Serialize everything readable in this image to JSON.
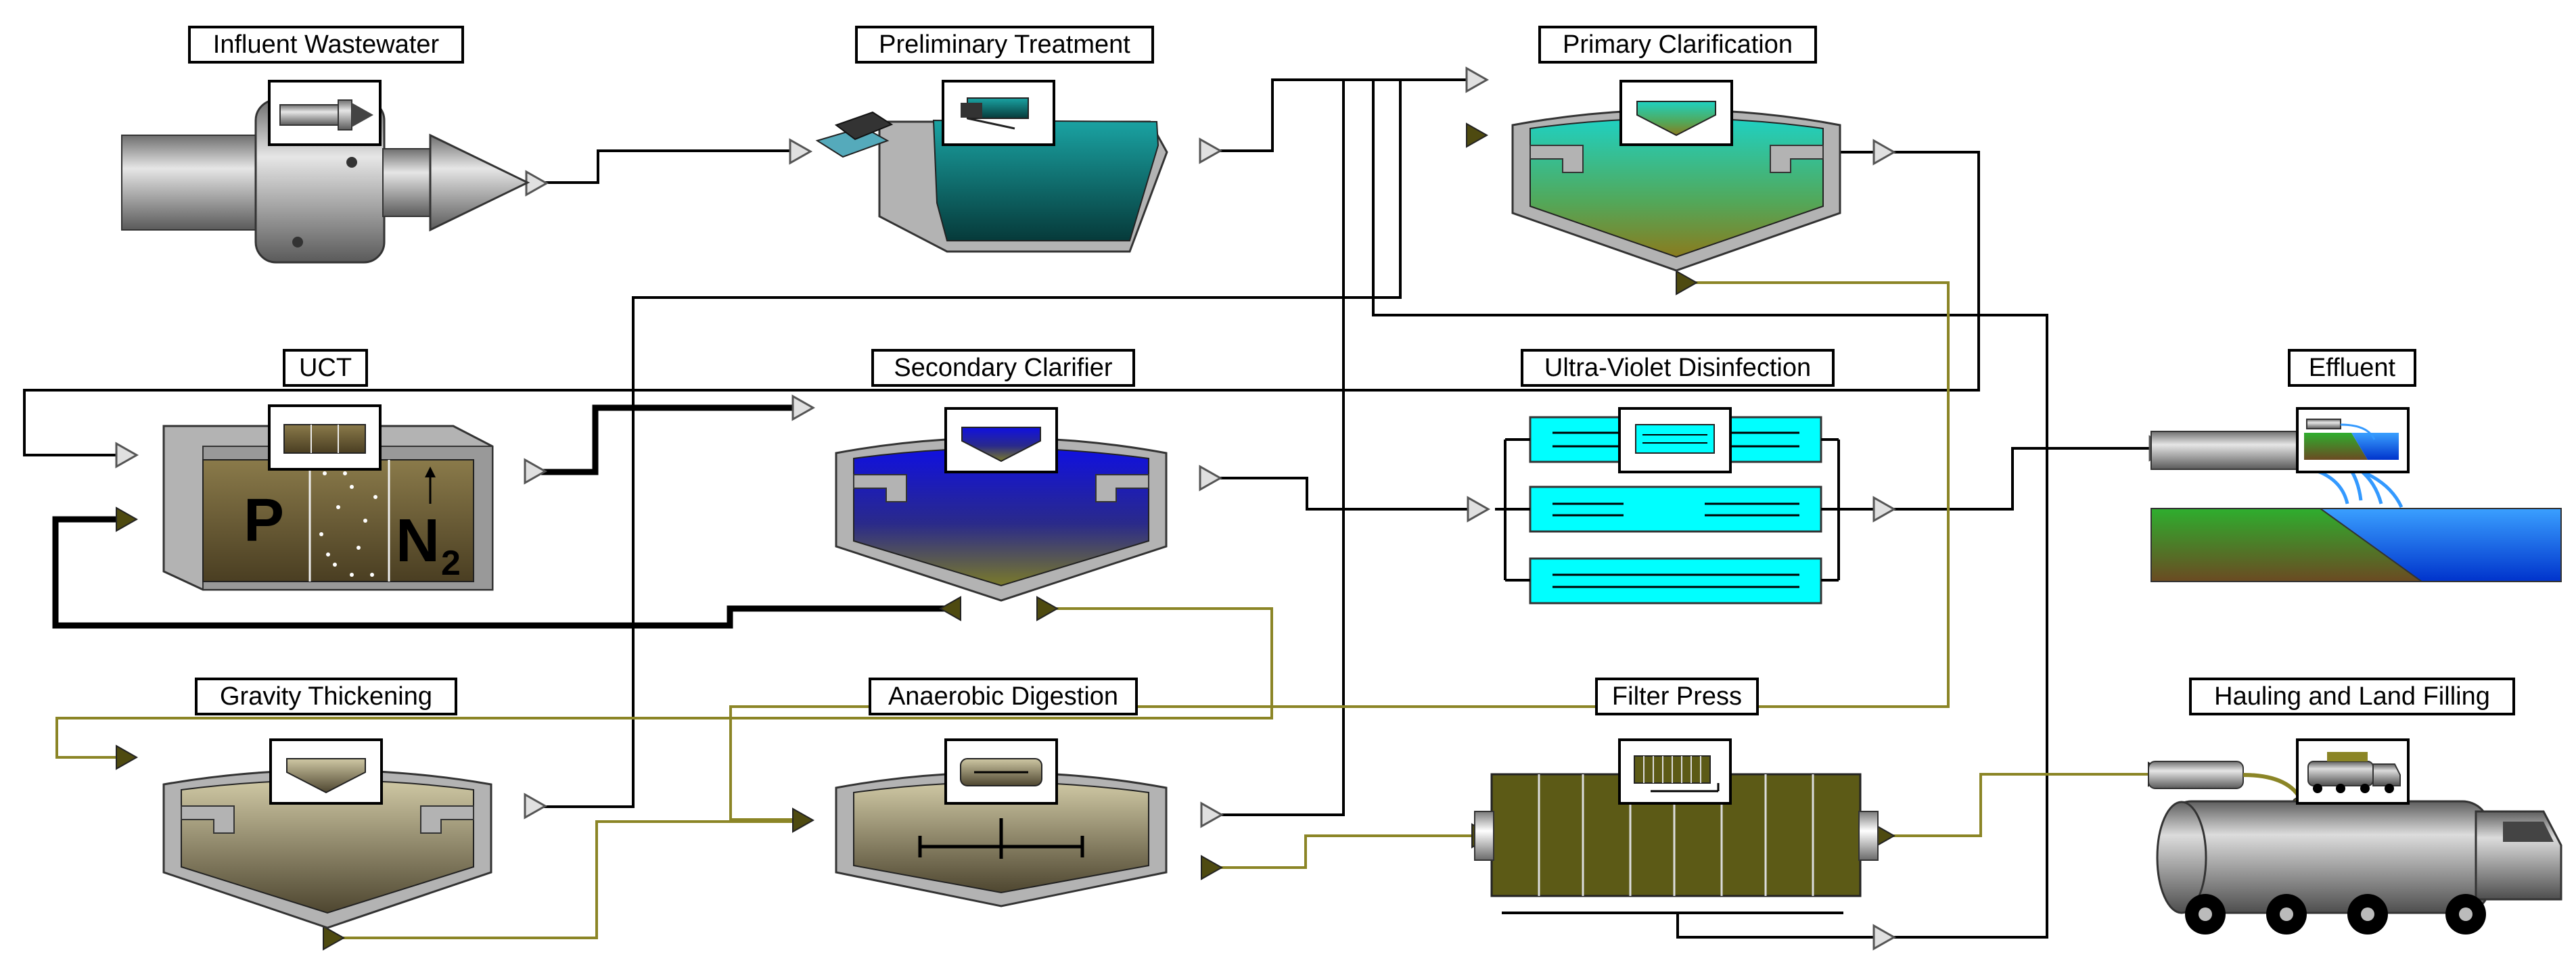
{
  "units": {
    "influent": {
      "label": "Influent Wastewater"
    },
    "preliminary": {
      "label": "Preliminary Treatment"
    },
    "primary": {
      "label": "Primary Clarification"
    },
    "uct": {
      "label": "UCT",
      "letter_p": "P",
      "letter_n": "N",
      "subscript": "2"
    },
    "secondary": {
      "label": "Secondary Clarifier"
    },
    "uv": {
      "label": "Ultra-Violet Disinfection"
    },
    "effluent": {
      "label": "Effluent"
    },
    "gravity": {
      "label": "Gravity Thickening"
    },
    "anaerobic": {
      "label": "Anaerobic Digestion"
    },
    "filterpress": {
      "label": "Filter Press"
    },
    "hauling": {
      "label": "Hauling and Land Filling"
    }
  },
  "colors": {
    "water_stream": "#000000",
    "sludge_stream": "#8b8526",
    "ras_stream": "#000000",
    "teal": "#0e6b6b",
    "clarifier_green": "#2fa86a",
    "clarifier_blue": "#1a1ad6",
    "uv_cyan": "#00ffff",
    "filter_olive": "#5c5a16",
    "tank_gray": "#b3b3b3",
    "tank_khaki": "#6b5f3a"
  }
}
